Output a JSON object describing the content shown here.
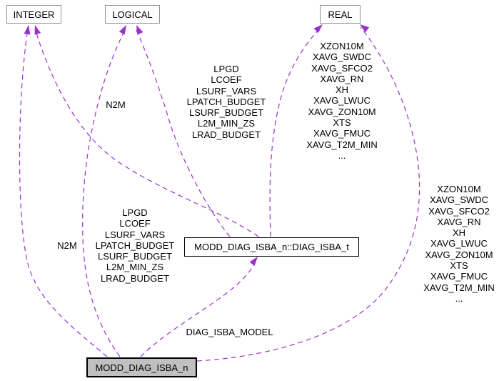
{
  "diagram": {
    "type": "collaboration-graph",
    "colors": {
      "edge": "#9932cc",
      "node_border": "#919191",
      "emph_border": "#000000",
      "node_fill": "#ffffff",
      "current_node_fill": "#c0c0c0",
      "text": "#000000",
      "background": "#ffffff"
    },
    "nodes": {
      "integer": {
        "label": "INTEGER"
      },
      "logical": {
        "label": "LOGICAL"
      },
      "real": {
        "label": "REAL"
      },
      "struct": {
        "label": "MODD_DIAG_ISBA_n::DIAG_ISBA_t"
      },
      "module": {
        "label": "MODD_DIAG_ISBA_n"
      }
    },
    "edge_labels": {
      "struct_to_integer": [
        "N2M"
      ],
      "struct_to_logical": [
        "LPGD",
        "LCOEF",
        "LSURF_VARS",
        "LPATCH_BUDGET",
        "LSURF_BUDGET",
        "L2M_MIN_ZS",
        "LRAD_BUDGET"
      ],
      "struct_to_real": [
        "XZON10M",
        "XAVG_SWDC",
        "XAVG_SFCO2",
        "XAVG_RN",
        "XH",
        "XAVG_LWUC",
        "XAVG_ZON10M",
        "XTS",
        "XAVG_FMUC",
        "XAVG_T2M_MIN",
        "..."
      ],
      "module_to_integer": [
        "N2M"
      ],
      "module_to_logical": [
        "LPGD",
        "LCOEF",
        "LSURF_VARS",
        "LPATCH_BUDGET",
        "LSURF_BUDGET",
        "L2M_MIN_ZS",
        "LRAD_BUDGET"
      ],
      "module_to_real": [
        "XZON10M",
        "XAVG_SWDC",
        "XAVG_SFCO2",
        "XAVG_RN",
        "XH",
        "XAVG_LWUC",
        "XAVG_ZON10M",
        "XTS",
        "XAVG_FMUC",
        "XAVG_T2M_MIN",
        "..."
      ],
      "module_to_struct": [
        "DIAG_ISBA_MODEL"
      ]
    }
  }
}
